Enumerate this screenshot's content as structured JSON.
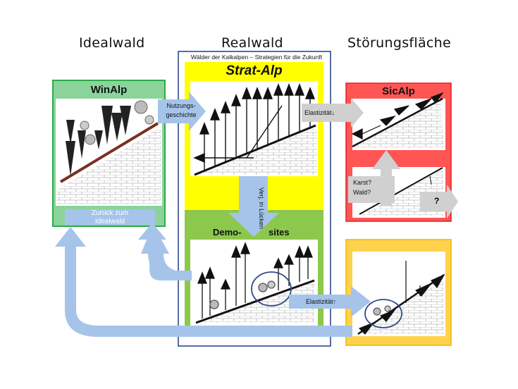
{
  "columns": {
    "ideal": "Idealwald",
    "real": "Realwald",
    "disturbed": "Störungsfläche"
  },
  "project": {
    "subtitle": "Wälder der Kalkalpen – Strategien für die Zukunft",
    "name": "Strat-Alp"
  },
  "boxes": {
    "winalp": "WinAlp",
    "sicalp": "SicAlp",
    "demo_left": "Demo-",
    "demo_right": "sites"
  },
  "arrows": {
    "history_line1": "Nutzungs-",
    "history_line2": "geschichte",
    "regen_line1": "Verj. in",
    "regen_line2": "Lücken",
    "back_line1": "Zurück zum",
    "back_line2": "Idealwald",
    "elasticity_top": "Elastizität",
    "elasticity_bottom": "Elastizität",
    "karst_line1": "Karst?",
    "karst_line2": "Wald?",
    "question": "?"
  },
  "colors": {
    "winalp_green": "#8ad49b",
    "stratalp_yellow": "#ffff00",
    "demo_green": "#8cc84b",
    "sicalp_red": "#ff5555",
    "orange_box": "#ffd24d",
    "arrow_blue": "#a6c4ea",
    "arrow_gray": "#d0d0d0",
    "frame_navy": "#2f4a8a"
  },
  "icons": {
    "down_arrow": "arrow-down-icon",
    "up_arrow": "arrow-up-icon"
  }
}
